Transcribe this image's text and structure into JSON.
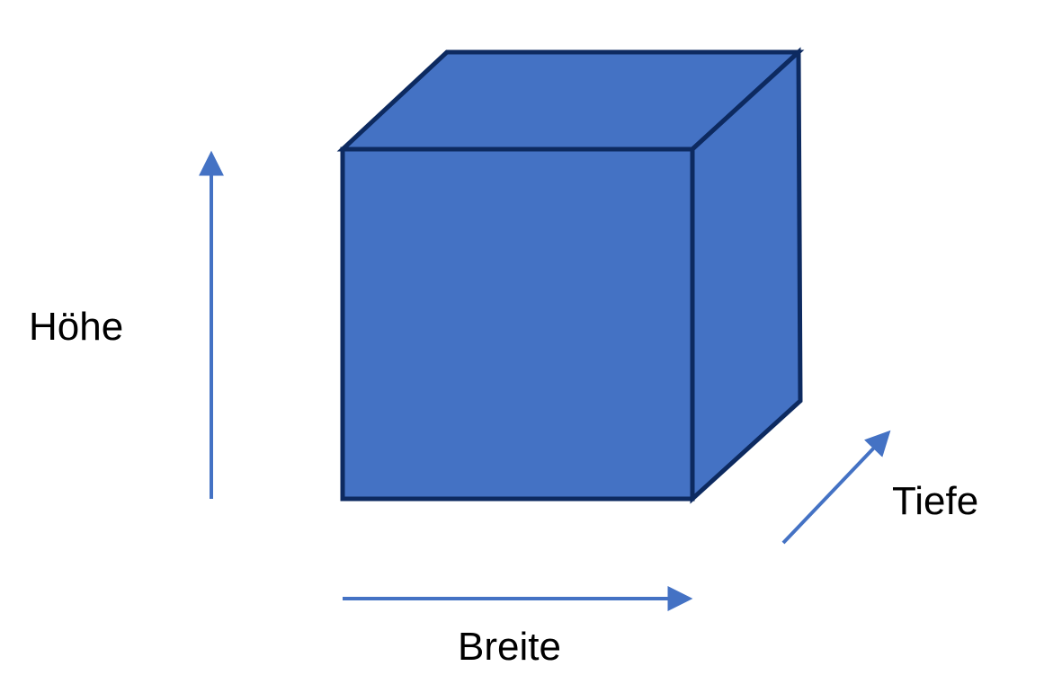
{
  "labels": {
    "height": "Höhe",
    "width": "Breite",
    "depth": "Tiefe"
  },
  "colors": {
    "cube_fill": "#4472C4",
    "cube_stroke": "#0D2A60",
    "arrow": "#4472C4",
    "background": "#FFFFFF",
    "text": "#000000"
  }
}
